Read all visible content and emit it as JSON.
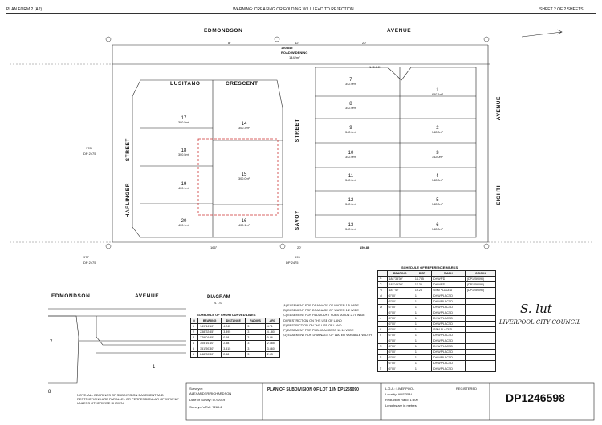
{
  "header": {
    "left": "PLAN FORM 2 (A2)",
    "center": "WARNING: CREASING OR FOLDING WILL LEAD TO REJECTION",
    "right": "SHEET 2 OF 2 SHEETS"
  },
  "streets": {
    "edmondson": "EDMONDSON",
    "avenue_top": "AVENUE",
    "lusitano": "LUSITANO",
    "crescent": "CRESCENT",
    "street_left": "STREET",
    "hafflinger": "HAFLINGER",
    "street_mid": "STREET",
    "savoy": "SAVOY",
    "avenue_right": "AVENUE",
    "eighth": "EIGHTH",
    "road_widening": "ROAD WIDENING",
    "road_widening_area": "1442m²"
  },
  "dimensions": {
    "top_total": "150.845",
    "top_8": "8°",
    "top_12": "12'",
    "top_20": "20'",
    "d_14584": "145.845",
    "bottom_total": "150.85",
    "bottom_hafl": "166°",
    "bottom_20": "20'"
  },
  "neighbours": {
    "dp978": "978",
    "dp2475a": "DP 2475",
    "dp977": "977",
    "dp2475b": "DP 2475",
    "lot995": "995",
    "dp2475c": "DP 2475"
  },
  "lots_left": [
    {
      "n": "17",
      "a": "300.5m²"
    },
    {
      "n": "18",
      "a": "300.5m²"
    },
    {
      "n": "19",
      "a": "400.1m²"
    },
    {
      "n": "20",
      "a": "400.1m²"
    }
  ],
  "lots_mid": [
    {
      "n": "14",
      "a": "300.3m²"
    },
    {
      "n": "15",
      "a": "300.0m²"
    },
    {
      "n": "16",
      "a": "400.1m²"
    }
  ],
  "lots_right_a": [
    {
      "n": "7",
      "a": "342.0m²"
    },
    {
      "n": "8",
      "a": "342.0m²"
    },
    {
      "n": "9",
      "a": "342.0m²"
    },
    {
      "n": "10",
      "a": "342.0m²"
    },
    {
      "n": "11",
      "a": "342.0m²"
    },
    {
      "n": "12",
      "a": "342.0m²"
    },
    {
      "n": "13",
      "a": "342.0m²"
    }
  ],
  "lots_right_b": [
    {
      "n": "1",
      "a": "650.1m²"
    },
    {
      "n": "2",
      "a": "342.0m²"
    },
    {
      "n": "3",
      "a": "342.0m²"
    },
    {
      "n": "4",
      "a": "342.0m²"
    },
    {
      "n": "5",
      "a": "342.0m²"
    },
    {
      "n": "6",
      "a": "342.0m²"
    }
  ],
  "reference_marks": {
    "title": "SCHEDULE OF REFERENCE MARKS",
    "columns": [
      "",
      "BEARING",
      "DIST",
      "MARK",
      "ORIGIN"
    ],
    "rows": [
      [
        "P",
        "184°33'30\"",
        "14.785",
        "DHW FD",
        "(DP1259090)"
      ],
      [
        "C",
        "183°49'30\"",
        "17.35",
        "DHW FD",
        "(DP1259090)"
      ],
      [
        "H",
        "187°42'",
        "19.23",
        "SSM PLACED",
        "(DP1259090)"
      ],
      [
        "N",
        "6°00'",
        "1",
        "DHW PLACED",
        ""
      ],
      [
        "",
        "6°00'",
        "1",
        "DHW PLACED",
        ""
      ],
      [
        "M",
        "6°00'",
        "1",
        "DHW PLACED",
        ""
      ],
      [
        "",
        "6°00'",
        "1",
        "DHW PLACED",
        ""
      ],
      [
        "L",
        "6°00'",
        "1",
        "DHW PLACED",
        ""
      ],
      [
        "",
        "6°00'",
        "1",
        "DHW PLACED",
        ""
      ],
      [
        "K",
        "6°00'",
        "1",
        "SSM PLACED",
        ""
      ],
      [
        "J",
        "6°00'",
        "1",
        "DHW PLACED",
        ""
      ],
      [
        "",
        "6°00'",
        "1",
        "DHW PLACED",
        ""
      ],
      [
        "R",
        "6°00'",
        "1",
        "DHW PLACED",
        ""
      ],
      [
        "",
        "6°00'",
        "1",
        "DHW PLACED",
        ""
      ],
      [
        "S",
        "6°00'",
        "1",
        "DHW PLACED",
        ""
      ],
      [
        "",
        "6°00'",
        "1",
        "DHW PLACED",
        ""
      ],
      [
        "T",
        "6°00'",
        "1",
        "DHW PLACED",
        ""
      ]
    ]
  },
  "diagram": {
    "title": "DIAGRAM",
    "subtitle": "N.T.S.",
    "edmondson": "EDMONDSON",
    "avenue": "AVENUE",
    "note": "NOTE: ALL BEARINGS OF SUBDIVISION EASEMENT AND RESTRICTIONS ARE PARALLEL OR PERPENDICULAR OF 99°15'18\" UNLESS OTHERWISE SHOWN",
    "lot7": "7",
    "lot8": "8",
    "lot1": "1"
  },
  "short_lines": {
    "title": "SCHEDULE OF SHORTCURVED LINES",
    "columns": [
      "#",
      "BEARING",
      "DISTANCE",
      "RADIUS",
      "ARC"
    ],
    "rows": [
      [
        "1",
        "149°16'10\"",
        "4.245",
        "3",
        "4.71"
      ],
      [
        "2",
        "238°33'45\"",
        "3.895",
        "3",
        "4.180"
      ],
      [
        "3",
        "279°01'45\"",
        "0.68",
        "3",
        "0.86"
      ],
      [
        "4",
        "305°16'10\"",
        "2.587",
        "3",
        "2.685"
      ],
      [
        "5",
        "351°59'30\"",
        "3.515",
        "3",
        "3.660"
      ],
      [
        "6",
        "248°39'30\"",
        "2.58",
        "3",
        "2.63"
      ]
    ]
  },
  "easements": [
    "(A) EASEMENT FOR DRAINAGE OF WATER 1.5 WIDE",
    "(B) EASEMENT FOR DRAINAGE OF WATER 1.2 WIDE",
    "(C) EASEMENT FOR PADMOUNT SUBSTATION 2.75 WIDE",
    "(D) RESTRICTION ON THE USE OF LAND",
    "(E) RESTRICTION ON THE USE OF LAND",
    "(F) EASEMENT FOR PUBLIC ACCESS 10.10 WIDE",
    "(G) EASEMENT FOR DRAINAGE OF WATER VARIABLE WIDTH"
  ],
  "signature": {
    "scribble": "S. lut",
    "council": "LIVERPOOL CITY COUNCIL"
  },
  "title_block": {
    "surveyor_label": "Surveyor:",
    "surveyor": "ALEXANDER RICHARDSON",
    "date": "Date of Survey: 5/7/2019",
    "ref": "Surveyor's Ref: 7269-2",
    "plan_title": "PLAN OF SUBDIVISION OF LOT 1 IN DP1259090",
    "lga": "L.G.A.: LIVERPOOL",
    "locality": "Locality: AUSTRAL",
    "reduction": "Reduction Ratio: 1:800",
    "lengths": "Lengths are in metres",
    "registered": "REGISTERED",
    "dp": "DP1246598"
  }
}
